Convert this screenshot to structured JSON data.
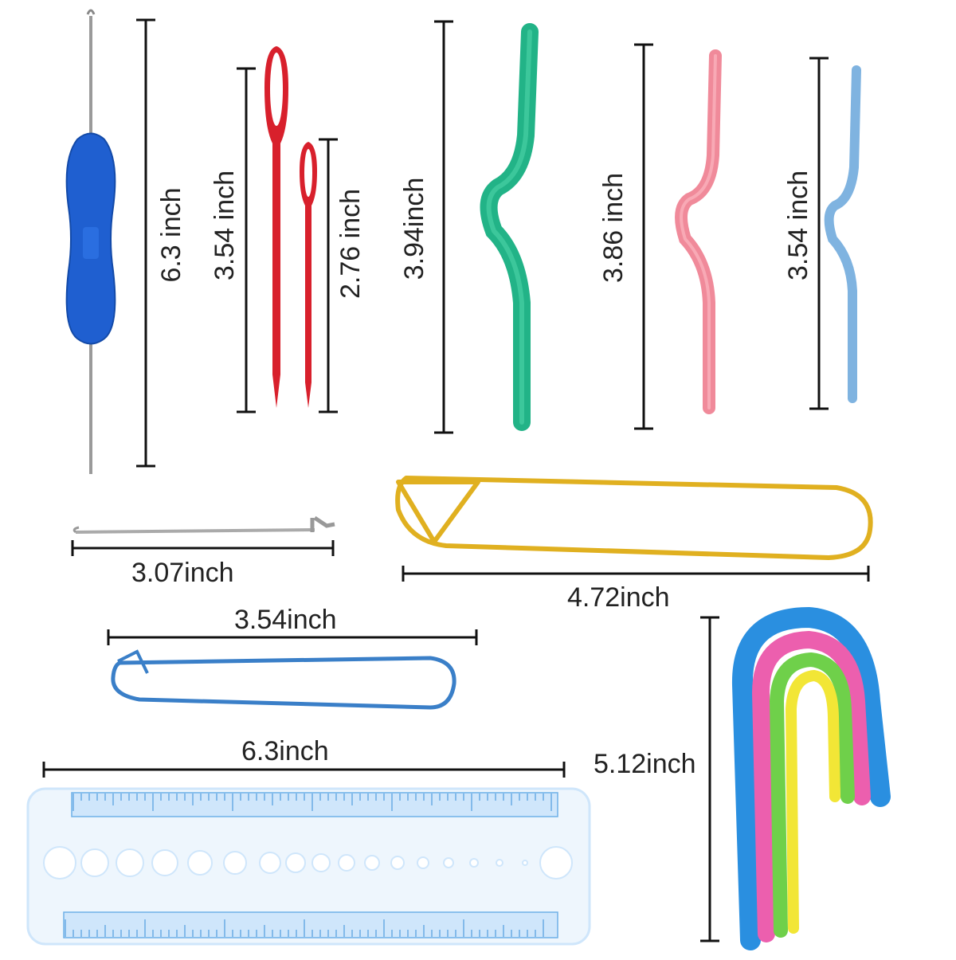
{
  "measurements": {
    "crochet_hook": "6.3 inch",
    "large_needle": "3.54 inch",
    "small_needle": "2.76 inch",
    "green_cable_needle": "3.94inch",
    "pink_cable_needle": "3.86 inch",
    "blue_cable_needle": "3.54 inch",
    "latch_tool": "3.07inch",
    "large_stitch_holder": "4.72inch",
    "small_stitch_holder": "3.54inch",
    "gauge_ruler": "6.3inch",
    "u_cable_needles": "5.12inch"
  },
  "colors": {
    "crochet_handle": "#1f5fd0",
    "needle_red": "#d8202c",
    "cable_green": "#22b387",
    "cable_pink": "#f08a9a",
    "cable_blue": "#7fb3e0",
    "holder_gold": "#e0b020",
    "holder_blue": "#3a7fc8",
    "ruler": "#cfe6fb",
    "u_blue": "#2a8fe0",
    "u_pink": "#ec5fae",
    "u_green": "#6fd04a",
    "u_yellow": "#f2e636"
  }
}
